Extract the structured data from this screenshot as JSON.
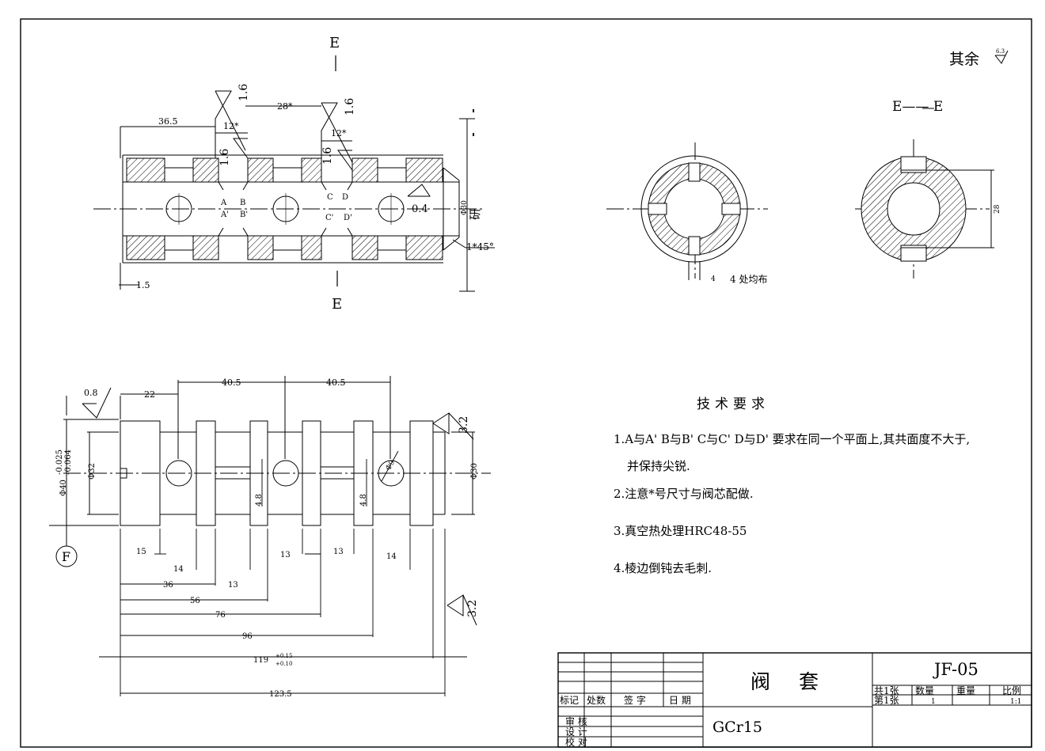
{
  "drawing": {
    "section_marker": "E",
    "section_title": "E—— E",
    "default_roughness_prefix": "其余",
    "default_roughness_value": "6.3",
    "note_evenly": "4 处均布",
    "datum_label": "F"
  },
  "dims_top": {
    "d36_5": "36.5",
    "d28": "28*",
    "d12a": "12*",
    "d12b": "12*",
    "r16a": "1.6",
    "r16b": "1.6",
    "r16c": "1.6",
    "r16d": "1.6",
    "r04": "0.4",
    "d1_5": "1.5",
    "chamfer": "1*45°",
    "phi30": "Φ30",
    "grind": "研",
    "pA": "A",
    "pB": "B",
    "pA2": "A'",
    "pB2": "B'",
    "pC": "C",
    "pD": "D",
    "pC2": "C'",
    "pD2": "D'"
  },
  "dims_section": {
    "slot4": "4",
    "d28": "28"
  },
  "dims_bottom": {
    "r08": "0.8",
    "d22": "22",
    "d40_5a": "40.5",
    "d40_5b": "40.5",
    "tol_up": "-0.025",
    "tol_low": "-0.064",
    "phi40": "Φ40",
    "phi32": "Φ32",
    "phi30": "Φ30",
    "phi9": "Φ9",
    "r32a": "3.2",
    "r32b": "3.2",
    "h4_8a": "4.8",
    "h4_8b": "4.8",
    "d15": "15",
    "d14a": "14",
    "d13a": "13",
    "d13b": "13",
    "d14b": "14",
    "d36": "36",
    "d13c": "13",
    "d56": "56",
    "d76": "76",
    "d96": "96",
    "d119": "119",
    "d119_up": "+0.15",
    "d119_low": "+0.10",
    "d123_5": "123.5"
  },
  "requirements": {
    "title": "技术要求",
    "items": [
      "1.A与A' B与B' C与C' D与D' 要求在同一个平面上,其共面度不大于,",
      "并保持尖锐.",
      "2.注意*号尺寸与阀芯配做.",
      "3.真空热处理HRC48-55",
      "4.棱边倒钝去毛刺."
    ]
  },
  "title_block": {
    "part_name": "阀套",
    "drawing_no": "JF-05",
    "material": "GCr15",
    "h_mark": "标记",
    "h_count": "处数",
    "h_sign": "签 字",
    "h_date": "日 期",
    "review": "审 核",
    "design": "设 计",
    "check": "校 对",
    "sheets_total": "共1张",
    "sheet_no": "第1张",
    "qty_label": "数量",
    "weight_label": "重量",
    "scale_label": "比例",
    "qty": "1",
    "scale": "1:1"
  }
}
